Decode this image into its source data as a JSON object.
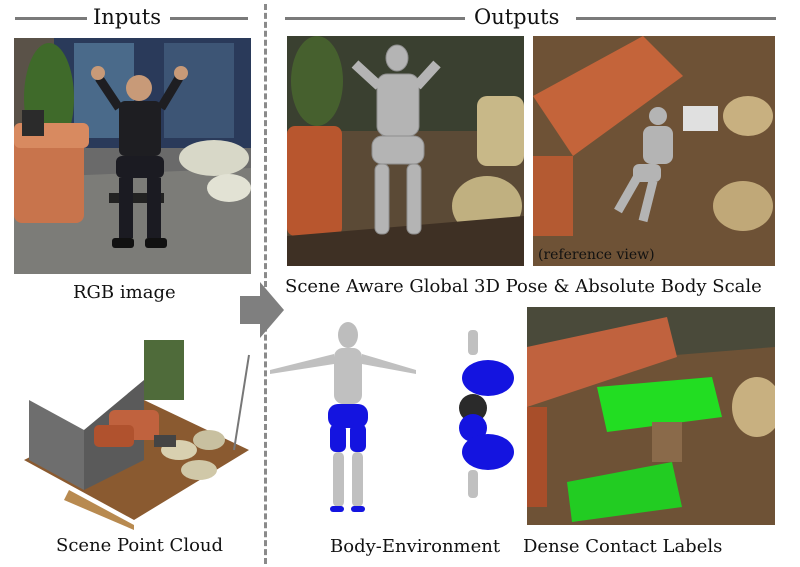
{
  "headers": {
    "inputs": "Inputs",
    "outputs": "Outputs"
  },
  "captions": {
    "rgb": "RGB image",
    "pointcloud": "Scene Point Cloud",
    "pose": "Scene Aware Global 3D Pose & Absolute Body Scale",
    "body_env": "Body-Environment",
    "dense": "Dense Contact Labels",
    "reference": "(reference view)"
  },
  "colors": {
    "rule": "#7a7a7a",
    "arrow": "#7f7f7f",
    "contact_blue": "#1414e0",
    "contact_green": "#22dd22",
    "sofa": "#c0623e",
    "floor": "#7a5a3a"
  }
}
